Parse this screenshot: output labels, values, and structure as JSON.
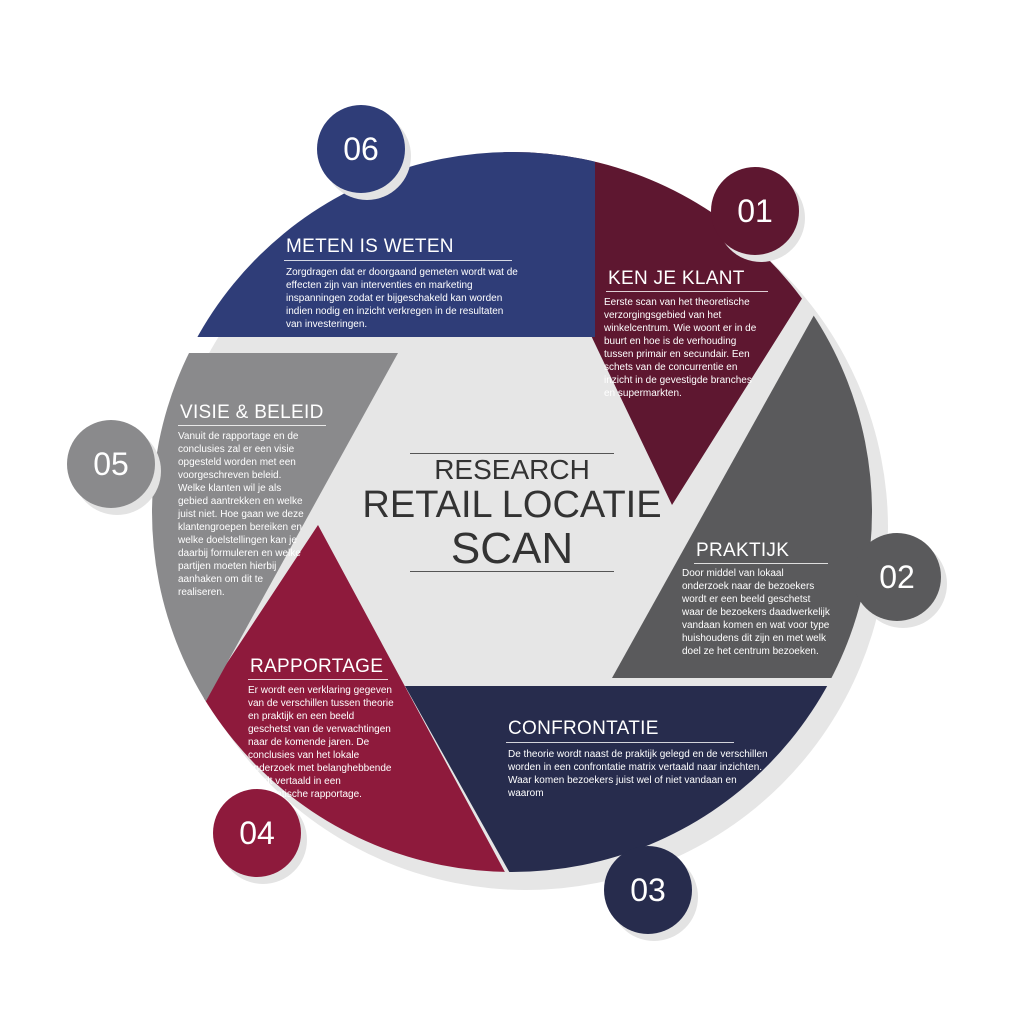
{
  "center": {
    "line1": "RESEARCH",
    "line2": "RETAIL LOCATIE",
    "line3": "SCAN"
  },
  "colors": {
    "plum": "#5e1730",
    "gray": "#5a5a5c",
    "navy": "#272c4d",
    "crimson": "#8e1a3c",
    "silver": "#8a8a8c",
    "blue": "#2f3d78"
  },
  "steps": [
    {
      "number": "01",
      "title": "KEN JE KLANT",
      "body": "Eerste scan van het theoretische verzorgingsgebied van het winkelcentrum. Wie woont er in de buurt en hoe is de verhouding tussen primair en secundair. Een schets van de concurrentie en inzicht in de gevestigde branches en supermarkten."
    },
    {
      "number": "02",
      "title": "PRAKTIJK",
      "body": "Door middel van lokaal onderzoek naar de bezoekers wordt er een beeld geschetst waar de bezoekers daadwerkelijk vandaan komen en wat voor type huishoudens dit zijn en met welk doel ze het centrum bezoeken."
    },
    {
      "number": "03",
      "title": "CONFRONTATIE",
      "body": "De theorie wordt naast de praktijk gelegd en de verschillen worden in een confrontatie matrix vertaald naar inzichten. Waar komen bezoekers juist wel of niet vandaan en waarom"
    },
    {
      "number": "04",
      "title": "RAPPORTAGE",
      "body": "Er wordt een verklaring gegeven van de verschillen tussen theorie en praktijk en een beeld geschetst van de verwachtingen naar de komende jaren. De conclusies van het lokale onderzoek met belanghebbende wordt vertaald in een pragmatische rapportage."
    },
    {
      "number": "05",
      "title": "VISIE & BELEID",
      "body": "Vanuit de rapportage en de conclusies zal er een visie opgesteld worden met een voorgeschreven beleid. Welke klanten wil je als gebied aantrekken en welke juist niet. Hoe gaan we deze klantengroepen bereiken en welke doelstellingen kan je daarbij formuleren en welke partijen moeten hierbij aanhaken om dit te realiseren."
    },
    {
      "number": "06",
      "title": "METEN IS WETEN",
      "body": "Zorgdragen dat er doorgaand gemeten wordt wat de effecten zijn van interventies en marketing inspanningen zodat er bijgeschakeld kan worden indien nodig en inzicht verkregen in de resultaten van investeringen."
    }
  ]
}
